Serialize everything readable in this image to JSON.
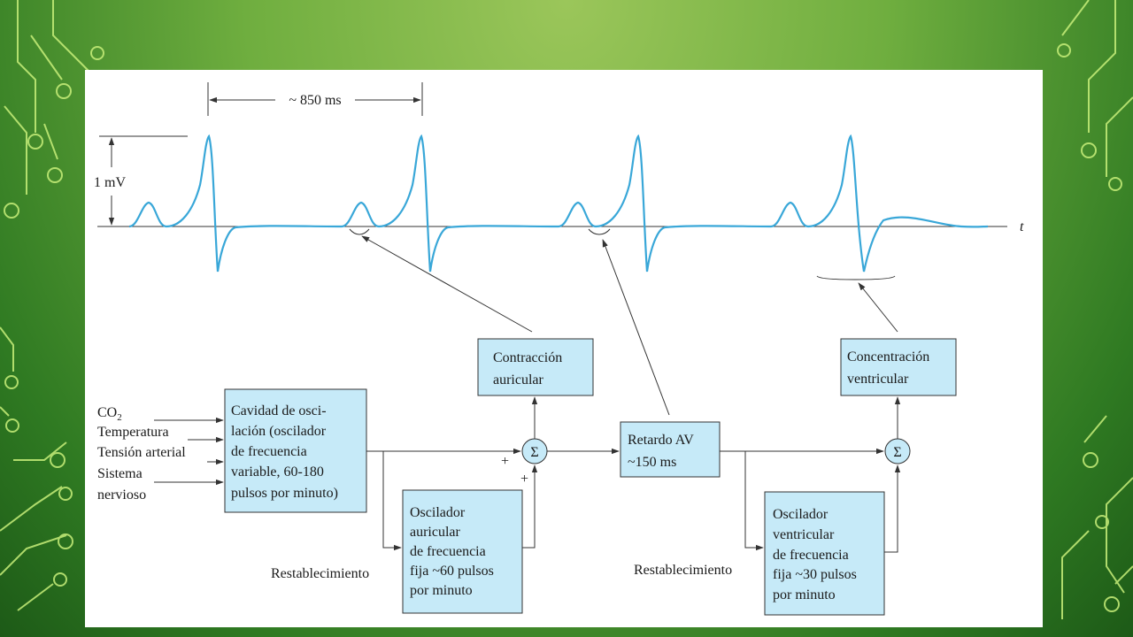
{
  "timing": {
    "interval_label": "~ 850 ms",
    "amplitude_label": "1 mV",
    "axis_label": "t"
  },
  "blocks": {
    "oscillation_cavity": [
      "Cavidad de osci-",
      "lación (oscilador",
      "de frecuencia",
      "variable, 60-180",
      "pulsos por minuto)"
    ],
    "atrial_contraction": [
      "Contracción",
      "auricular"
    ],
    "av_delay": [
      "Retardo AV",
      "~150 ms"
    ],
    "ventricular_concentration": [
      "Concentración",
      "ventricular"
    ],
    "atrial_oscillator": [
      "Oscilador",
      "auricular",
      "de frecuencia",
      "fija ~60 pulsos",
      "por minuto"
    ],
    "ventricular_oscillator": [
      "Oscilador",
      "ventricular",
      "de frecuencia",
      "fija ~30 pulsos",
      "por minuto"
    ]
  },
  "inputs": {
    "co2": "CO",
    "co2_sub": "2",
    "temperature": "Temperatura",
    "blood_pressure": "Tensión arterial",
    "nervous_1": "Sistema",
    "nervous_2": "nervioso"
  },
  "reset_label": "Restablecimiento",
  "sum_symbol": "Σ",
  "plus_sign": "+",
  "colors": {
    "box_fill": "#c6eaf8",
    "ecg_trace": "#39a7d8",
    "background_green": "#6fae3f",
    "circuit_lines": "#c8ef7a"
  }
}
